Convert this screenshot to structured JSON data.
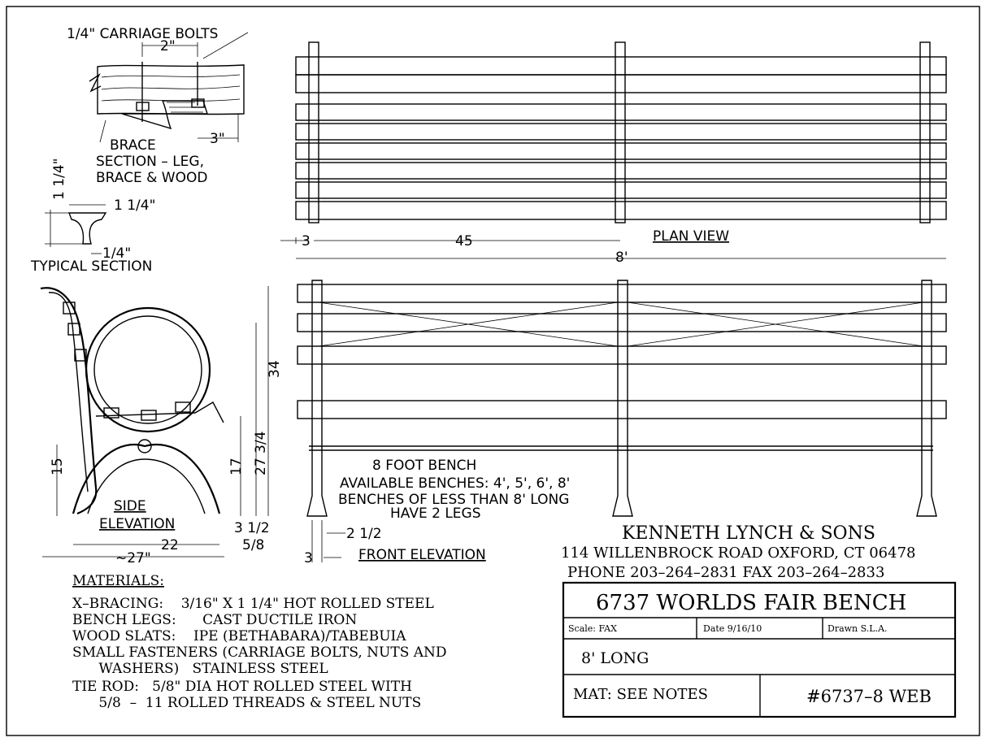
{
  "section_detail": {
    "bolts_label": "1/4\" CARRIAGE BOLTS",
    "spacing": "2\"",
    "brace": "BRACE",
    "offset": "3\"",
    "title_line1": "SECTION – LEG,",
    "title_line2": "BRACE & WOOD"
  },
  "typical_section": {
    "height": "1 1/4\"",
    "width": "1 1/4\"",
    "thickness": "1/4\"",
    "title": "TYPICAL SECTION"
  },
  "plan_view": {
    "title": "PLAN VIEW",
    "dim_end": "3",
    "dim_span": "45",
    "dim_overall": "8'"
  },
  "side_elevation": {
    "title_line1": "SIDE",
    "title_line2": "ELEVATION",
    "dim_height": "34",
    "dim_arm": "27 3/4",
    "dim_seat": "17",
    "dim_base": "15",
    "dim_leg": "3 1/2",
    "dim_foot": "5/8",
    "dim_width": "22",
    "dim_overall": "~27\""
  },
  "front_elevation": {
    "title": "FRONT ELEVATION",
    "dim_leg": "2 1/2",
    "dim_end": "3",
    "bench_title": "8 FOOT BENCH",
    "note_line1": "AVAILABLE BENCHES: 4', 5', 6', 8'",
    "note_line2": "BENCHES OF LESS THAN 8' LONG",
    "note_line3": "HAVE 2 LEGS"
  },
  "company": {
    "name": "KENNETH LYNCH & SONS",
    "address": "114 WILLENBROCK ROAD   OXFORD, CT 06478",
    "phone": "PHONE 203–264–2831 FAX 203–264–2833"
  },
  "title_block": {
    "title": "6737  WORLDS  FAIR  BENCH",
    "scale": "Scale: FAX",
    "date": "Date 9/16/10",
    "drawn": "Drawn S.L.A.",
    "length": "8'  LONG",
    "material": "MAT:  SEE  NOTES",
    "part_number": "#6737–8  WEB"
  },
  "materials": {
    "heading": "MATERIALS:",
    "lines": [
      "X–BRACING:    3/16\" X 1 1/4\" HOT ROLLED STEEL",
      "BENCH LEGS:      CAST DUCTILE IRON",
      "WOOD SLATS:    IPE (BETHABARA)/TABEBUIA",
      "SMALL FASTENERS (CARRIAGE BOLTS, NUTS AND",
      "      WASHERS)   STAINLESS STEEL",
      "TIE ROD:   5/8\" DIA HOT ROLLED STEEL WITH",
      "      5/8  –  11 ROLLED THREADS & STEEL NUTS"
    ]
  }
}
